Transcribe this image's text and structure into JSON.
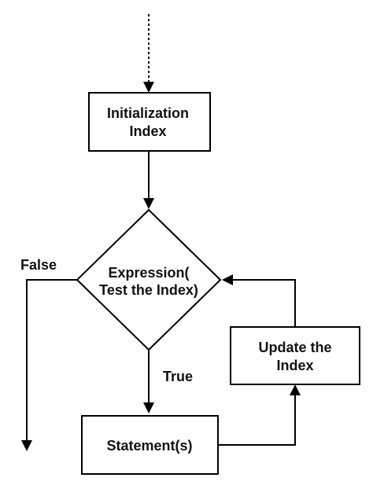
{
  "nodes": {
    "init": {
      "line1": "Initialization",
      "line2": "Index"
    },
    "condition": {
      "line1": "Expression(",
      "line2": "Test the Index)"
    },
    "update": {
      "line1": "Update the",
      "line2": "Index"
    },
    "statement": {
      "line1": "Statement(s)"
    }
  },
  "edges": {
    "false_label": "False",
    "true_label": "True"
  }
}
